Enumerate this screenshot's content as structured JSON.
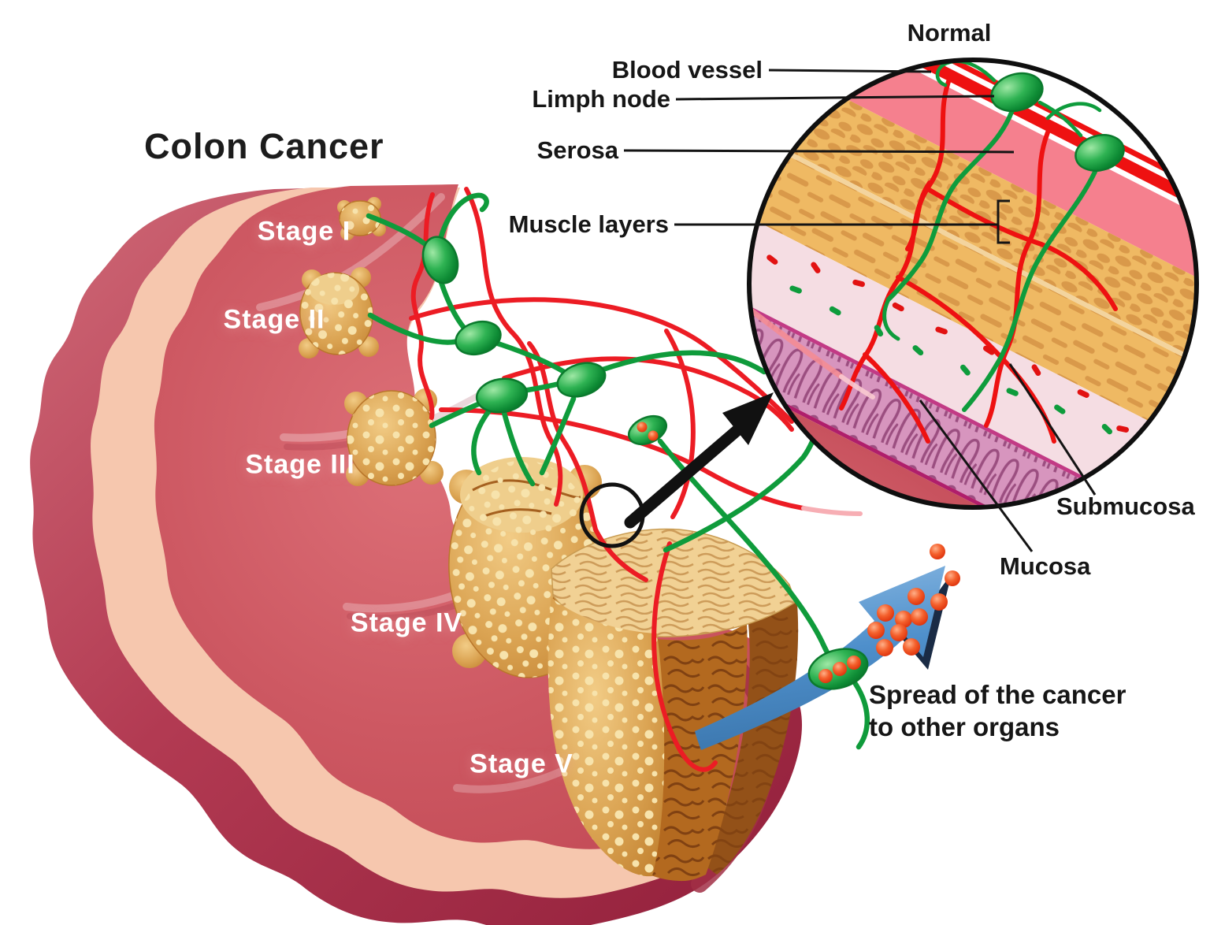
{
  "title": "Colon Cancer",
  "stages": [
    {
      "label": "Stage I"
    },
    {
      "label": "Stage II"
    },
    {
      "label": "Stage III"
    },
    {
      "label": "Stage IV"
    },
    {
      "label": "Stage V"
    }
  ],
  "inset": {
    "title": "Normal",
    "blood_vessel": "Blood vessel",
    "limph_node": "Limph node",
    "serosa": "Serosa",
    "muscle_layers": "Muscle layers",
    "submucosa": "Submucosa",
    "mucosa": "Mucosa"
  },
  "spread": {
    "line1": "Spread of the cancer",
    "line2": "to other organs"
  },
  "colors": {
    "background": "#ffffff",
    "colon_interior_red": "#C44E59",
    "colon_outer_dark_red": "#A93048",
    "colon_peach_band": "#F6C7AE",
    "tumor_gold": "#D9A050",
    "lymph_green": "#0F9B3B",
    "blood_vessel_red": "#EC1C24",
    "spread_arrow_blue": "#4E8FCB",
    "cancer_cell_red": "#E23C17",
    "serosa_pink": "#F5808E",
    "muscle_orange": "#EFB963",
    "submucosa_pink": "#F5DDE3",
    "mucosa_purple": "#D795BE",
    "label_black": "#161616"
  }
}
